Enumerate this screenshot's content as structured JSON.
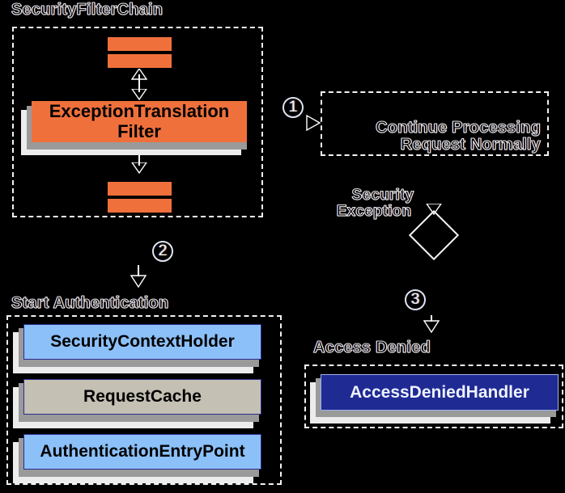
{
  "diagram": {
    "title": "ExceptionTranslationFilter flow",
    "background_color": "#000000",
    "palette": {
      "filter_orange": "#f0703c",
      "light_blue": "#8cc0f8",
      "gray_tan": "#c4c0b4",
      "navy": "#1f2a93",
      "outline_white": "#f2f2f2",
      "shadow_mid": "#9a9a9a",
      "shadow_light": "#ececec"
    },
    "groups": [
      {
        "id": "security-filter-chain",
        "label": "SecurityFilterChain"
      },
      {
        "id": "continue-processing",
        "label": ""
      },
      {
        "id": "start-authentication",
        "label": "Start Authentication"
      },
      {
        "id": "access-denied",
        "label": "Access Denied"
      }
    ],
    "nodes": {
      "filter_bar_1": "",
      "filter_bar_2": "",
      "exception_translation_filter": "ExceptionTranslation\nFilter",
      "filter_bar_3": "",
      "filter_bar_4": "",
      "continue_processing": "Continue Processing\nRequest Normally",
      "security_context_holder": "SecurityContextHolder",
      "request_cache": "RequestCache",
      "authentication_entry_point": "AuthenticationEntryPoint",
      "access_denied_handler": "AccessDeniedHandler"
    },
    "labels": {
      "security_filter_chain": "SecurityFilterChain",
      "security_exception": "Security\nException",
      "start_authentication": "Start Authentication",
      "access_denied": "Access Denied"
    },
    "steps": [
      {
        "id": "step-1",
        "marker": "①",
        "number": "1"
      },
      {
        "id": "step-2",
        "marker": "②",
        "number": "2"
      },
      {
        "id": "step-3",
        "marker": "③",
        "number": "3"
      }
    ],
    "decision": {
      "id": "security-exception-decision",
      "shape": "diamond",
      "label": ""
    }
  }
}
